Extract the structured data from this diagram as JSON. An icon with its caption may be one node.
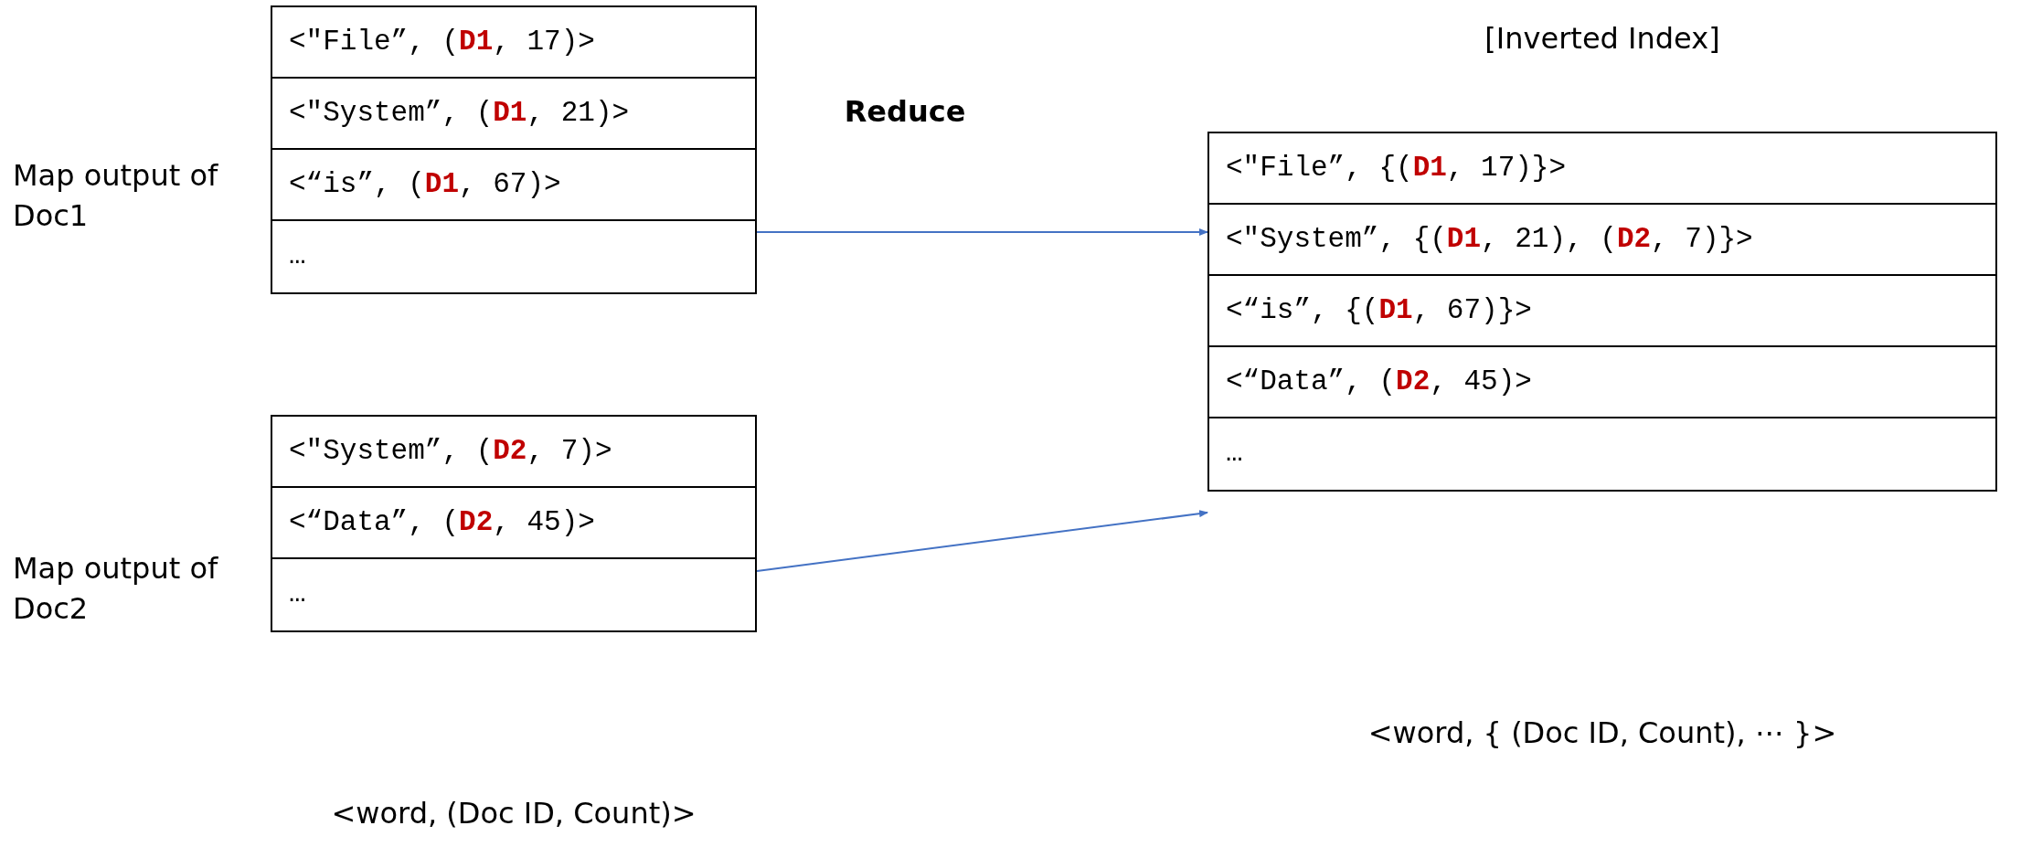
{
  "diagram": {
    "nodes": [
      {
        "text": [],
        "shape": "box",
        "beside": [
          "Map output of Doc1"
        ]
      },
      {
        "text": [
          "<″File”, (**D1**, 17)>"
        ],
        "in": 0
      },
      {
        "text": [
          "<″System”, (**D1**, 21)>"
        ],
        "in": 0
      },
      {
        "text": [
          "<“is”, (**D1**, 67)>"
        ],
        "in": 0
      },
      {
        "text": [
          "…"
        ],
        "in": 0
      },
      {
        "text": [],
        "shape": "box",
        "beside": [
          "Map output of Doc2"
        ]
      },
      {
        "text": [
          "<″System”, (**D2**, 7)>"
        ],
        "in": 5
      },
      {
        "text": [
          "<“Data”, (**D2**, 45)>"
        ],
        "in": 5
      },
      {
        "text": [
          "…"
        ],
        "in": 5
      },
      {
        "text": [
          "[Inverted Index]"
        ]
      },
      {
        "text": [
          "<″File”, {(**D1**, 17)}>"
        ],
        "in": 9
      },
      {
        "text": [
          "<″System”, {(**D1**, 21), (**D2**, 7)}>"
        ],
        "in": 9
      },
      {
        "text": [
          "<“is”, {(**D1**, 67)}>"
        ],
        "in": 9
      },
      {
        "text": [
          "<“Data”, (**D2**, 45)>"
        ],
        "in": 9
      },
      {
        "text": [
          "…"
        ],
        "in": 9
      }
    ],
    "edges": [
      {
        "from": 0,
        "to": 9,
        "arrow": "to"
      },
      {
        "from": 5,
        "to": 9,
        "arrow": "to"
      }
    ],
    "labels": [
      "Reduce",
      "<word, (Doc ID, Count)>",
      "<word, { (Doc ID, Count), ⋯ }>"
    ]
  }
}
